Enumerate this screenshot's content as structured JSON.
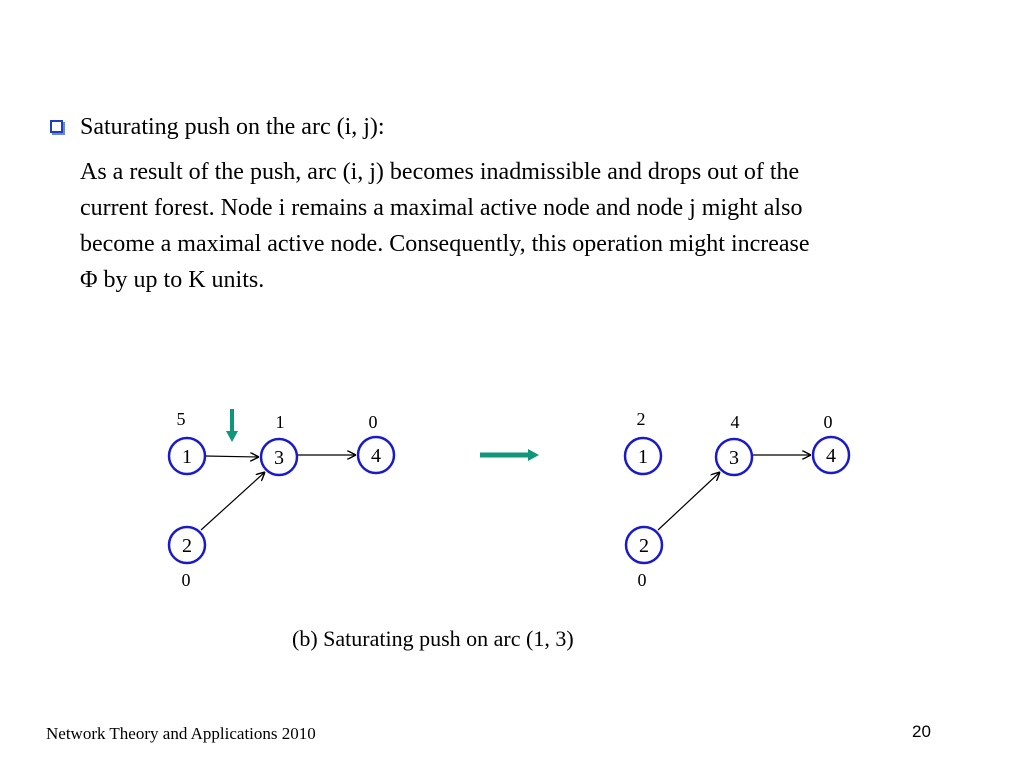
{
  "slide": {
    "bullet_title": "Saturating push on the arc (i, j):",
    "body_lines": [
      "As a result of the push, arc (i, j) becomes inadmissible and drops out of the",
      "current forest.  Node i remains a maximal active node and node j might also",
      "become a maximal active node.  Consequently, this operation might increase",
      "Φ by up to K units."
    ],
    "caption": "(b) Saturating push on arc (1, 3)",
    "footer": "Network Theory and Applications 2010",
    "page_number": "20"
  },
  "colors": {
    "node_border": "#1a1acc",
    "bullet": "#1f3fbf",
    "green_arrow": "#10967a"
  },
  "diagram": {
    "before": {
      "nodes": [
        {
          "id": "1",
          "label": "1",
          "excess": "5"
        },
        {
          "id": "3",
          "label": "3",
          "excess": "1"
        },
        {
          "id": "4",
          "label": "4",
          "excess": "0"
        },
        {
          "id": "2",
          "label": "2",
          "excess": "0"
        }
      ],
      "arcs": [
        [
          "1",
          "3"
        ],
        [
          "3",
          "4"
        ],
        [
          "2",
          "3"
        ]
      ]
    },
    "after": {
      "nodes": [
        {
          "id": "1",
          "label": "1",
          "excess": "2"
        },
        {
          "id": "3",
          "label": "3",
          "excess": "4"
        },
        {
          "id": "4",
          "label": "4",
          "excess": "0"
        },
        {
          "id": "2",
          "label": "2",
          "excess": "0"
        }
      ],
      "arcs": [
        [
          "3",
          "4"
        ],
        [
          "2",
          "3"
        ]
      ]
    }
  }
}
